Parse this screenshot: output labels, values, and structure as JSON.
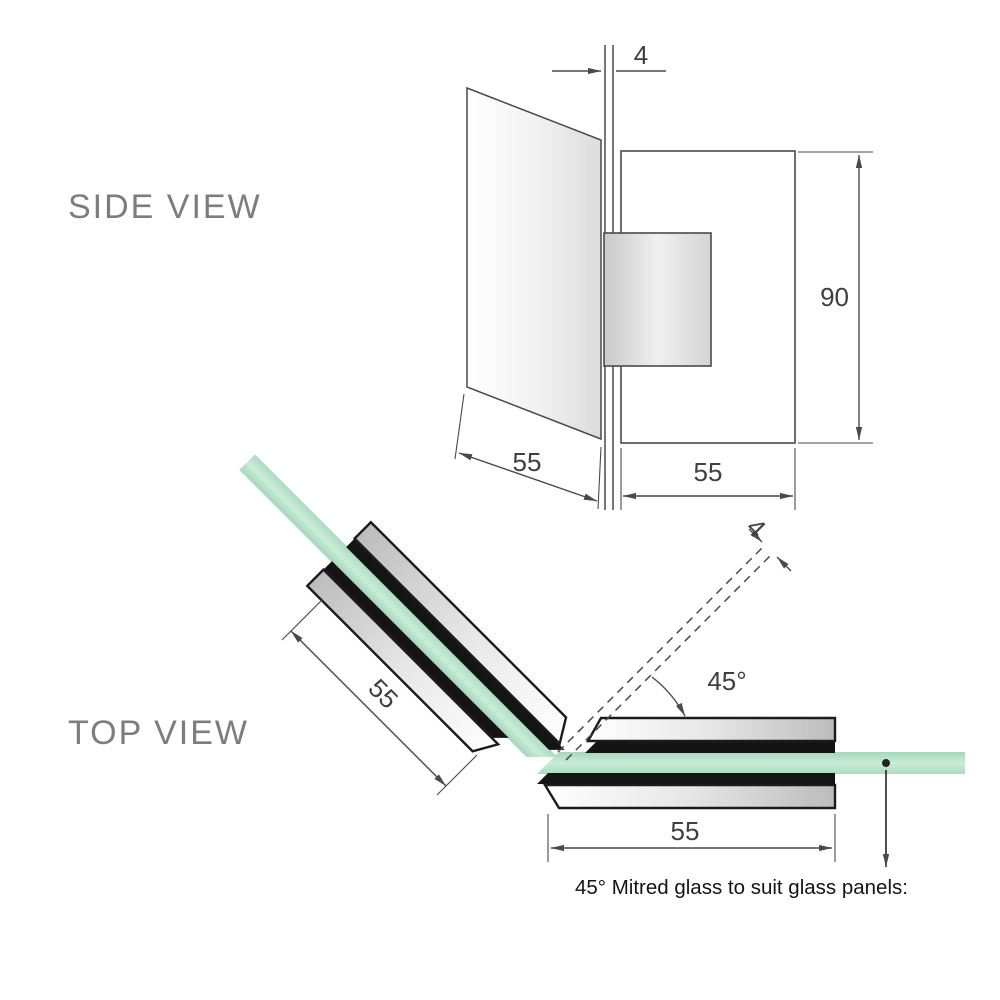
{
  "diagram": {
    "background": "#ffffff",
    "line_color": "#4a4a4a",
    "plate_outline_color": "#1b1b1b",
    "glass_green": "#b9e3c9",
    "label_gray": "#7d7d7d"
  },
  "side_view": {
    "label": "SIDE VIEW",
    "dims": {
      "glass_thickness": "4",
      "hinge_height": "90",
      "glass_panel_width": "55",
      "hinge_plate_width": "55"
    }
  },
  "top_view": {
    "label": "TOP VIEW",
    "dims": {
      "mitre_gap": "4",
      "mitre_angle": "45°",
      "left_plate_width": "55",
      "right_plate_width": "55"
    },
    "caption": "45° Mitred glass to suit glass panels:"
  }
}
